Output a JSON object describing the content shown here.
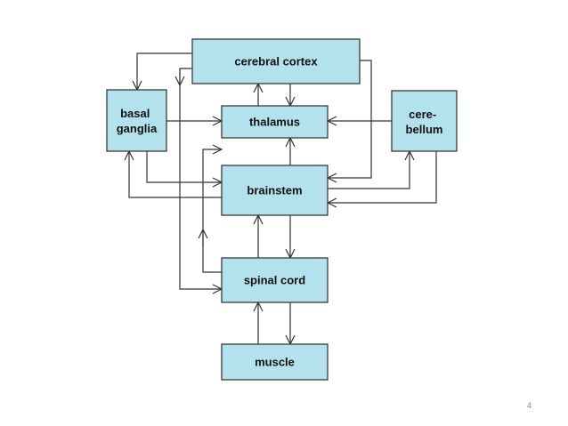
{
  "nodes": {
    "cerebral_cortex": "cerebral cortex",
    "basal_ganglia": [
      "basal",
      "ganglia"
    ],
    "thalamus": "thalamus",
    "cerebellum": [
      "cere-",
      "bellum"
    ],
    "brainstem": "brainstem",
    "spinal_cord": "spinal cord",
    "muscle": "muscle"
  },
  "page_number": "4"
}
